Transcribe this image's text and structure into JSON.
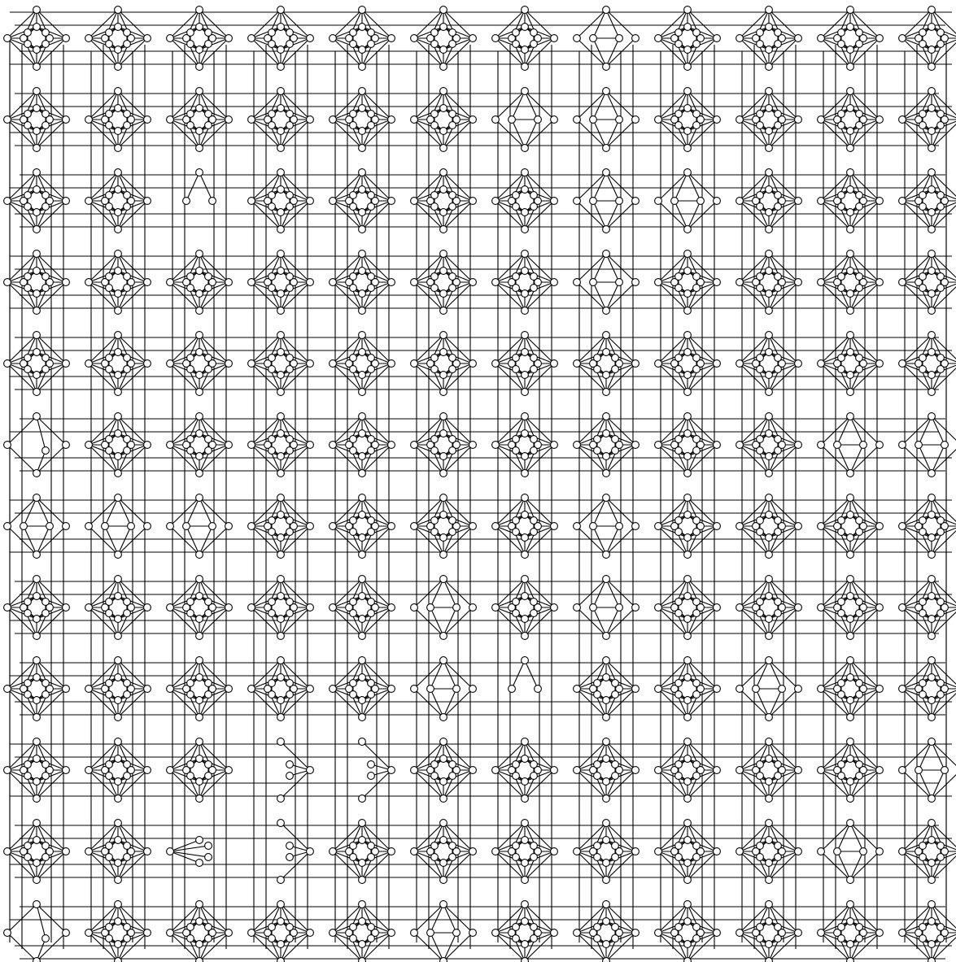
{
  "diagram": {
    "type": "graph-grid",
    "rows": 12,
    "cols": 12,
    "gadget": "octahedral-cluster",
    "background_color": "#ffffff",
    "stroke_color": "#000000",
    "node_fill": "#ffffff",
    "gadget_variants": {
      "full": "full",
      "diamond": "diamond",
      "kite": "kite",
      "fan_left": "fan-left",
      "fan_right": "fan-right",
      "stub": "stub"
    },
    "layout": [
      [
        "full",
        "full",
        "full",
        "full",
        "full",
        "full",
        "full",
        "kite",
        "full",
        "full",
        "full",
        "full"
      ],
      [
        "full",
        "full",
        "full",
        "full",
        "full",
        "full",
        "kite",
        "kite",
        "full",
        "full",
        "full",
        "full"
      ],
      [
        "full",
        "full",
        "stub",
        "full",
        "full",
        "full",
        "full",
        "kite",
        "kite",
        "full",
        "full",
        "full"
      ],
      [
        "full",
        "full",
        "full",
        "full",
        "full",
        "full",
        "full",
        "kite",
        "full",
        "full",
        "full",
        "full"
      ],
      [
        "full",
        "full",
        "full",
        "full",
        "full",
        "full",
        "full",
        "full",
        "full",
        "full",
        "full",
        "full"
      ],
      [
        "diamond",
        "full",
        "full",
        "full",
        "full",
        "full",
        "full",
        "full",
        "full",
        "full",
        "kite",
        "kite"
      ],
      [
        "kite",
        "kite",
        "kite",
        "full",
        "full",
        "full",
        "full",
        "kite",
        "full",
        "full",
        "full",
        "full"
      ],
      [
        "full",
        "full",
        "full",
        "full",
        "full",
        "kite",
        "full",
        "kite",
        "full",
        "full",
        "full",
        "full"
      ],
      [
        "full",
        "full",
        "full",
        "full",
        "full",
        "kite",
        "stub",
        "full",
        "full",
        "kite",
        "full",
        "full"
      ],
      [
        "full",
        "full",
        "full",
        "fan-right",
        "fan-right",
        "full",
        "full",
        "full",
        "full",
        "full",
        "full",
        "kite"
      ],
      [
        "full",
        "full",
        "fan-left",
        "fan-right",
        "full",
        "full",
        "full",
        "full",
        "full",
        "full",
        "kite",
        "full"
      ],
      [
        "diamond",
        "full",
        "full",
        "full",
        "full",
        "kite",
        "full",
        "full",
        "full",
        "full",
        "full",
        "full"
      ]
    ]
  }
}
